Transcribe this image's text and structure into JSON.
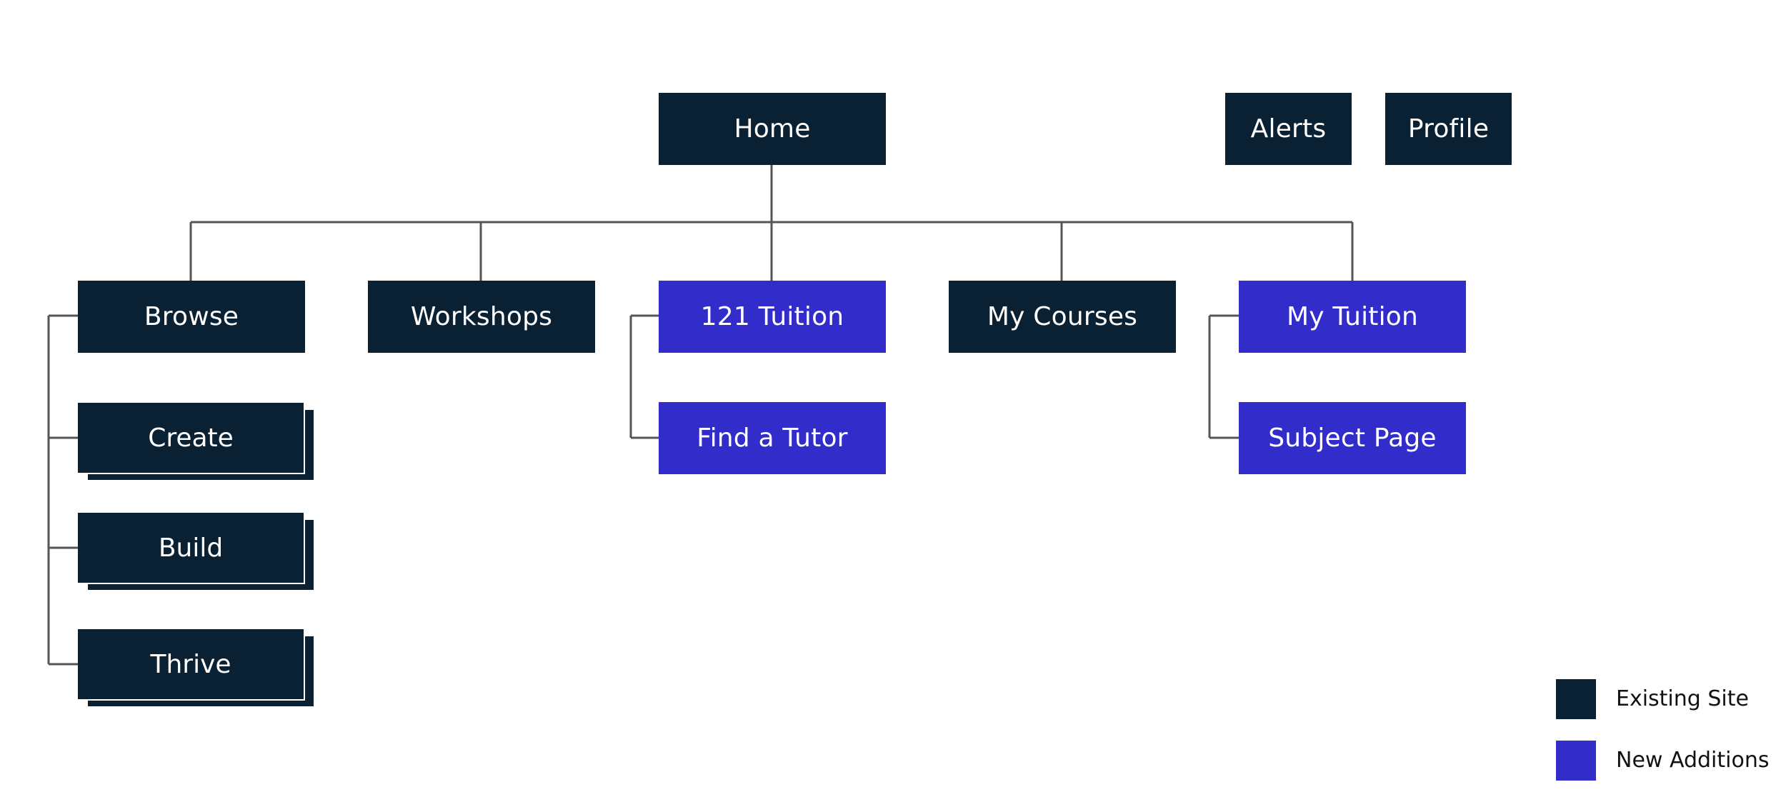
{
  "colors": {
    "existing": "#0a2133",
    "new_addition": "#322ccb",
    "connector": "#555555"
  },
  "nodes": {
    "home": "Home",
    "alerts": "Alerts",
    "profile": "Profile",
    "browse": "Browse",
    "workshops": "Workshops",
    "tuition_121": "121 Tuition",
    "my_courses": "My Courses",
    "my_tuition": "My Tuition",
    "create": "Create",
    "build": "Build",
    "thrive": "Thrive",
    "find_tutor": "Find a Tutor",
    "subject_page": "Subject Page"
  },
  "legend": {
    "existing_label": "Existing Site",
    "new_label": "New Additions"
  }
}
